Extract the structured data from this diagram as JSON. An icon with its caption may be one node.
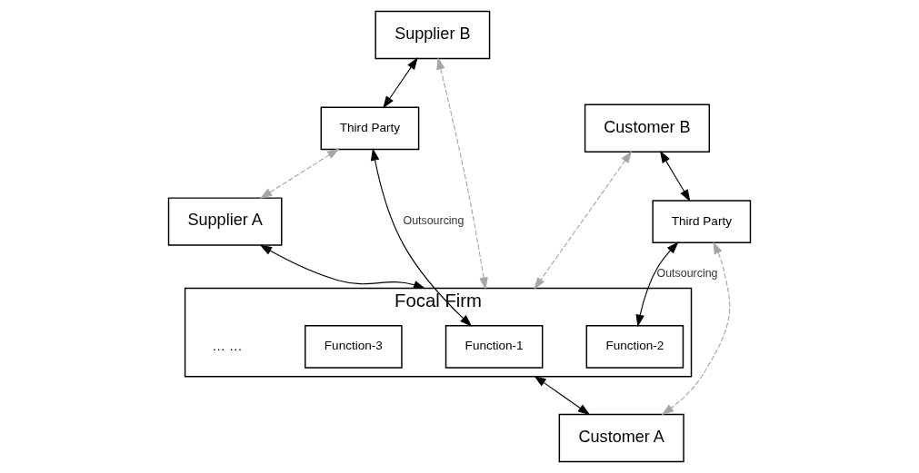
{
  "diagram": {
    "nodes": [
      {
        "text": [
          "Supplier B"
        ]
      },
      {
        "text": [
          "Customer B"
        ]
      },
      {
        "text": [
          "Third Party"
        ]
      },
      {
        "text": [
          "Third Party"
        ]
      },
      {
        "text": [
          "Focal Firm"
        ]
      },
      {
        "text": [
          "Function-1"
        ],
        "in": 4
      },
      {
        "text": [
          "Function-2"
        ],
        "in": 4
      },
      {
        "text": [
          "Function-3"
        ],
        "in": 4
      },
      {
        "text": [
          "Supplier A"
        ]
      },
      {
        "text": [
          "Customer A"
        ]
      }
    ],
    "edges": [
      {
        "from": 0,
        "to": 2,
        "arrow": "both"
      },
      {
        "from": 0,
        "to": 4,
        "arrow": "both",
        "style": "dashed",
        "color": "#a6a6a6"
      },
      {
        "from": 1,
        "to": 4,
        "arrow": "both",
        "style": "dashed",
        "color": "#a6a6a6"
      },
      {
        "from": 1,
        "to": 3,
        "arrow": "both"
      },
      {
        "from": 2,
        "to": 8,
        "arrow": "both",
        "style": "dashed",
        "color": "#a6a6a6"
      },
      {
        "from": 2,
        "to": 5,
        "arrow": "both",
        "label": "Outsourcing"
      },
      {
        "from": 3,
        "to": 6,
        "arrow": "both",
        "label": "Outsourcing"
      },
      {
        "from": 3,
        "to": 9,
        "arrow": "both",
        "style": "dashed",
        "color": "#a6a6a6"
      },
      {
        "from": 8,
        "to": 4,
        "arrow": "both"
      },
      {
        "from": 4,
        "to": 9,
        "arrow": "both"
      }
    ],
    "labels": [
      "… …"
    ]
  }
}
